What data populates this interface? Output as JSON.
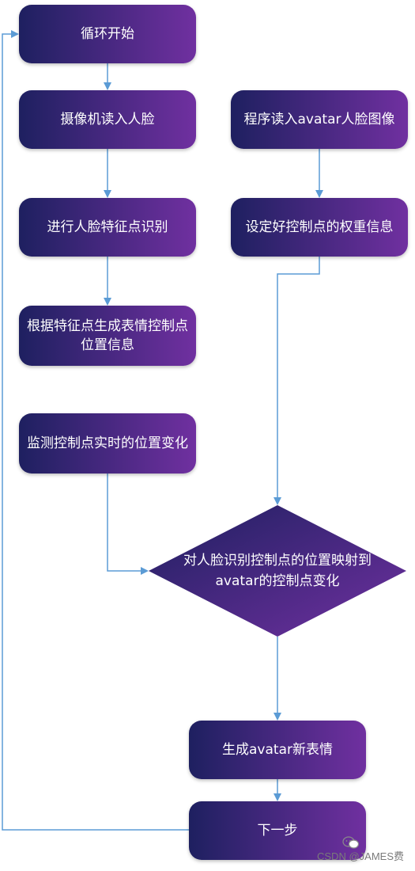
{
  "colors": {
    "box_start": "#1e2060",
    "box_end": "#7030a0",
    "arrow": "#5b9bd5"
  },
  "nodes": {
    "loop_start": "循环开始",
    "camera_read_face": "摄像机读入人脸",
    "detect_landmarks": "进行人脸特征点识别",
    "generate_control_points": "根据特征点生成表情控制点位置信息",
    "monitor_control_points": "监测控制点实时的位置变化",
    "program_read_avatar": "程序读入avatar人脸图像",
    "set_weights": "设定好控制点的权重信息",
    "map_decision": "对人脸识别控制点的位置映射到avatar的控制点变化",
    "generate_expression": "生成avatar新表情",
    "next_step": "下一步"
  },
  "watermark": {
    "text": "CSDN @JAMES费",
    "icon": "wechat-icon"
  }
}
